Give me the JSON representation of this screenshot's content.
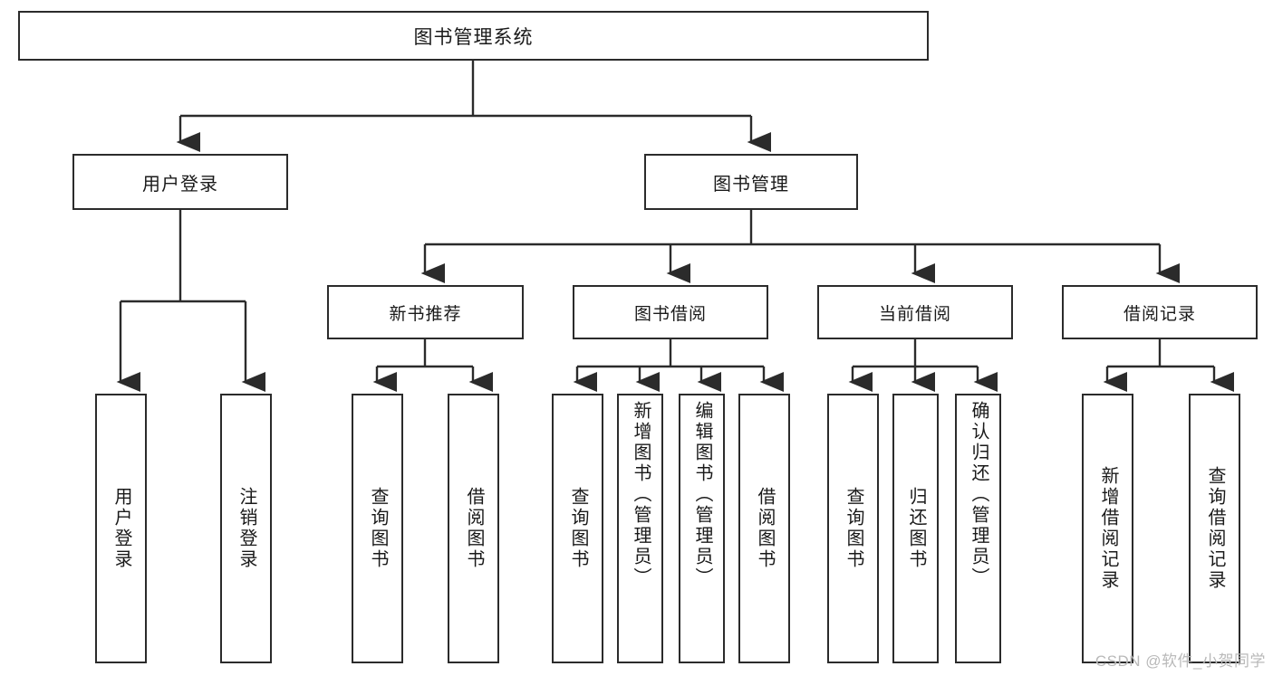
{
  "diagram": {
    "title": "图书管理系统",
    "type": "tree-hierarchy",
    "colors": {
      "box_border": "#2b2b2b",
      "box_fill": "#ffffff",
      "connector": "#2b2b2b",
      "text": "#1a1a1a",
      "watermark": "#b9b9b9",
      "background": "#ffffff"
    },
    "watermark": "CSDN @软件_小贺同学"
  },
  "nodes": {
    "root": {
      "label": "图书管理系统"
    },
    "level2": [
      {
        "id": "user-login",
        "label": "用户登录"
      },
      {
        "id": "book-management",
        "label": "图书管理"
      }
    ],
    "level3": [
      {
        "id": "new-book-recommend",
        "label": "新书推荐"
      },
      {
        "id": "book-borrow",
        "label": "图书借阅"
      },
      {
        "id": "current-borrow",
        "label": "当前借阅"
      },
      {
        "id": "borrow-record",
        "label": "借阅记录"
      }
    ],
    "leaves": [
      {
        "id": "leaf-user-login",
        "label": "用户登录"
      },
      {
        "id": "leaf-logout-login",
        "label": "注销登录"
      },
      {
        "id": "leaf-query-book-1",
        "label": "查询图书"
      },
      {
        "id": "leaf-borrow-book-1",
        "label": "借阅图书"
      },
      {
        "id": "leaf-query-book-2",
        "label": "查询图书"
      },
      {
        "id": "leaf-add-book",
        "label": "新增图书（管理员）"
      },
      {
        "id": "leaf-edit-book",
        "label": "编辑图书（管理员）"
      },
      {
        "id": "leaf-borrow-book-2",
        "label": "借阅图书"
      },
      {
        "id": "leaf-query-book-3",
        "label": "查询图书"
      },
      {
        "id": "leaf-return-book",
        "label": "归还图书"
      },
      {
        "id": "leaf-confirm-return",
        "label": "确认归还（管理员）"
      },
      {
        "id": "leaf-add-borrow-record",
        "label": "新增借阅记录"
      },
      {
        "id": "leaf-query-borrow-record",
        "label": "查询借阅记录"
      }
    ]
  }
}
